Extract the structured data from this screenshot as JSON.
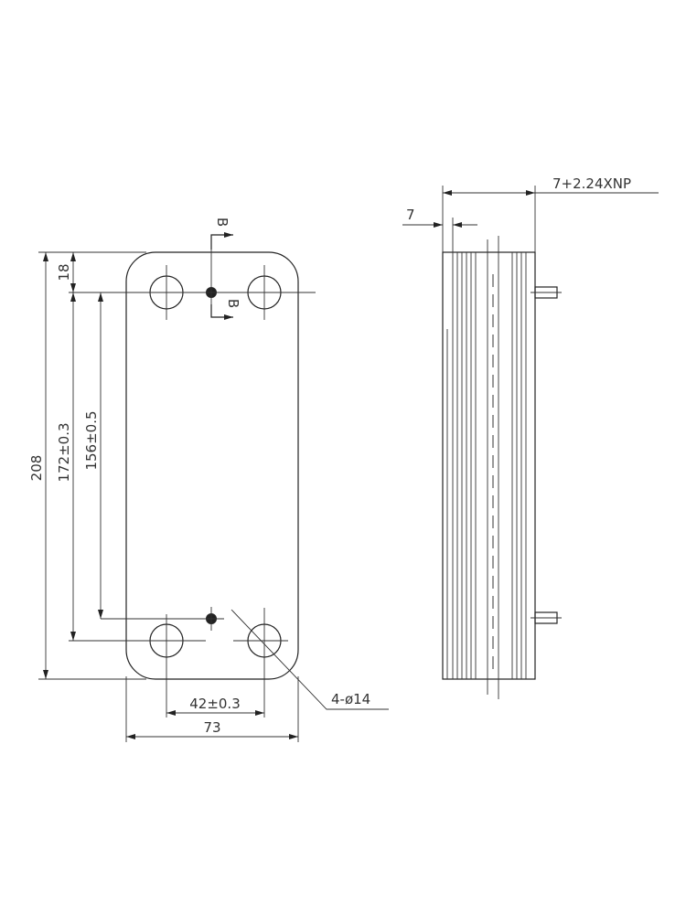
{
  "front_view": {
    "dim_overall_height": "208",
    "dim_top_offset": "18",
    "dim_port_spacing_outer": "172±0.3",
    "dim_port_spacing_inner": "156±0.5",
    "dim_port_horizontal": "42±0.3",
    "dim_width": "73",
    "hole_callout": "4-ø14",
    "section_mark_top": "B",
    "section_mark_bottom": "B"
  },
  "side_view": {
    "dim_total_thickness": "7+2.24XNP",
    "dim_plate_thickness": "7"
  },
  "colors": {
    "line": "#222222",
    "background": "#ffffff"
  }
}
